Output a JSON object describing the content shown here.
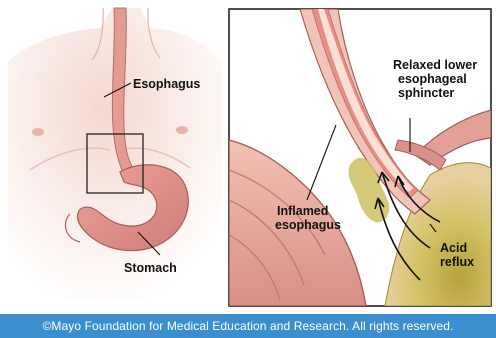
{
  "labels": {
    "esophagus": "Esophagus",
    "stomach": "Stomach",
    "sphincter": [
      "Relaxed lower",
      "esophageal",
      "sphincter"
    ],
    "inflamed": [
      "Inflamed",
      "esophagus"
    ],
    "acid": [
      "Acid",
      "reflux"
    ]
  },
  "footer": "©Mayo Foundation for Medical Education and Research.  All rights reserved.",
  "colors": {
    "footer_bg": "#3b8fcf",
    "tissue": "#e8b0a6",
    "lining": "#d98b86",
    "acid": "#c9b64a"
  }
}
